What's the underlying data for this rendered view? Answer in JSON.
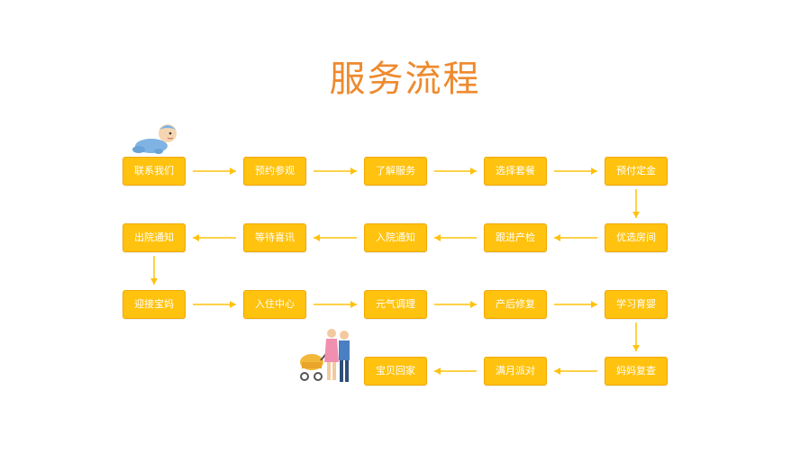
{
  "title": "服务流程",
  "steps": [
    "联系我们",
    "预约参观",
    "了解服务",
    "选择套餐",
    "预付定金",
    "优选房间",
    "跟进产检",
    "入院通知",
    "等待喜讯",
    "出院通知",
    "迎接宝妈",
    "入住中心",
    "元气调理",
    "产后修复",
    "学习育婴",
    "妈妈复查",
    "满月派对",
    "宝贝回家"
  ],
  "colors": {
    "box": "#ffc20e",
    "box_border": "#f0a800",
    "title": "#ee8a2e",
    "arrow": "#ffc20e"
  },
  "icons": [
    "crawling-baby-icon",
    "family-with-stroller-icon"
  ]
}
